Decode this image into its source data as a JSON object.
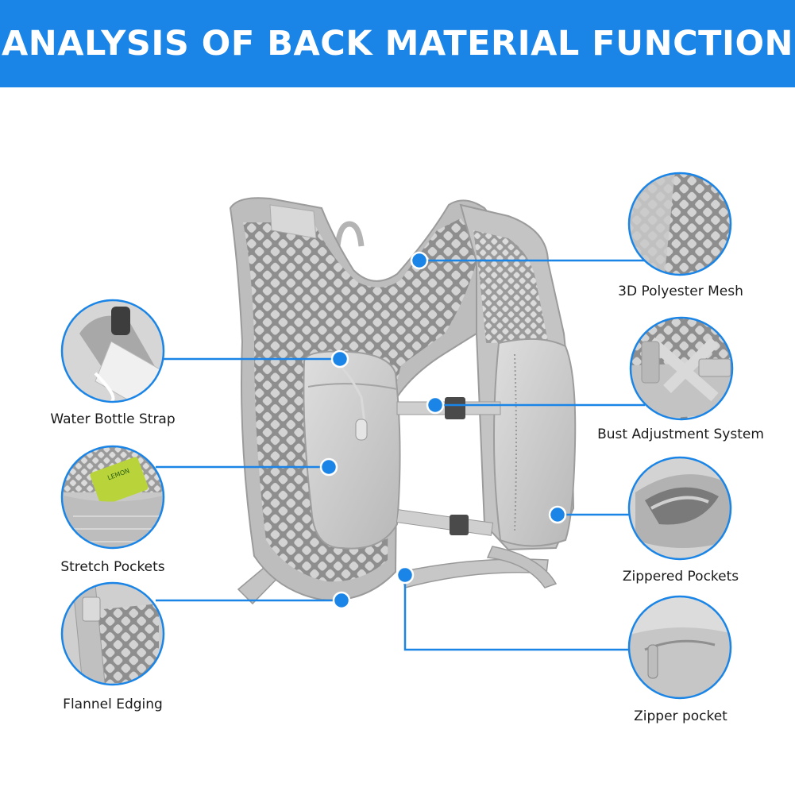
{
  "header": {
    "title": "ANALYSIS OF BACK MATERIAL FUNCTION"
  },
  "colors": {
    "accent": "#1a85e6",
    "vest": "#c9c9c9",
    "vest_dark": "#a9a9a9",
    "mesh": "#8d8d8d"
  },
  "features": {
    "mesh": "3D Polyester Mesh",
    "bottle_strap": "Water Bottle Strap",
    "bust": "Bust Adjustment System",
    "stretch": "Stretch Pockets",
    "zippered": "Zippered Pockets",
    "flannel": "Flannel Edging",
    "zipper": "Zipper pocket"
  },
  "product_text": {
    "sachet_brand": "LEMON"
  }
}
